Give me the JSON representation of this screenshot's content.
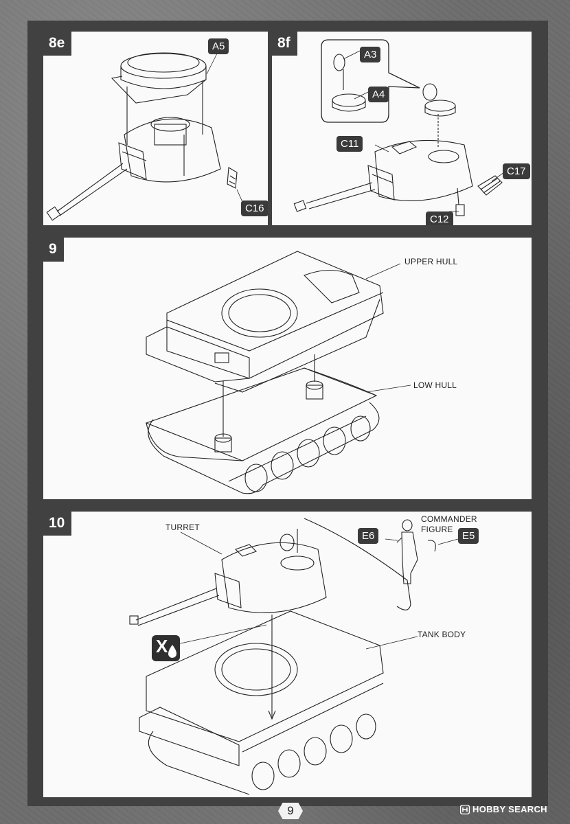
{
  "page": {
    "number": "9",
    "watermark": "HOBBY SEARCH"
  },
  "steps": [
    {
      "id": "8e",
      "label": "8e",
      "parts": [
        "A5",
        "C16"
      ]
    },
    {
      "id": "8f",
      "label": "8f",
      "parts": [
        "A3",
        "A4",
        "C11",
        "C17",
        "C12"
      ]
    },
    {
      "id": "9",
      "label": "9",
      "callouts": [
        "UPPER HULL",
        "LOW HULL"
      ]
    },
    {
      "id": "10",
      "label": "10",
      "callouts": [
        "TURRET",
        "COMMANDER",
        "FIGURE",
        "TANK BODY"
      ],
      "parts": [
        "E6",
        "E5"
      ]
    }
  ],
  "icons": [
    "tank-turret-drawing",
    "tank-hull-drawing",
    "commander-figure-drawing",
    "no-water-icon",
    "hobby-search-logo-icon"
  ]
}
